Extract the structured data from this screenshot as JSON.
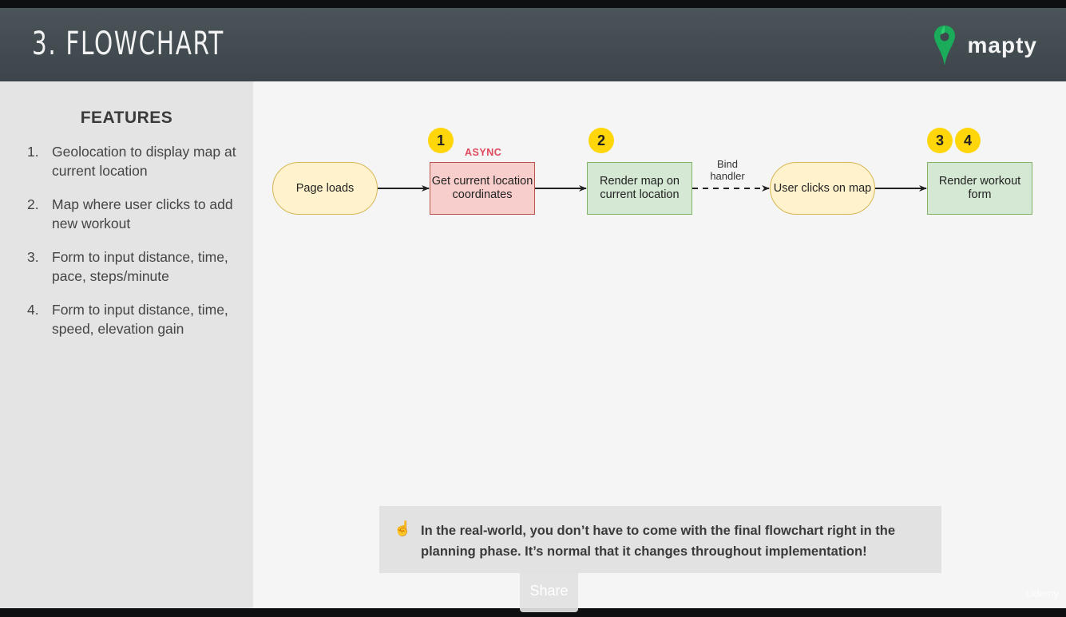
{
  "slide": {
    "title": "3. FLOWCHART",
    "brand": "mapty",
    "brand_color": "#1aac5a"
  },
  "features": {
    "title": "FEATURES",
    "items": [
      {
        "num": "1.",
        "text": "Geolocation to display map at current location"
      },
      {
        "num": "2.",
        "text": "Map where user clicks to add new workout"
      },
      {
        "num": "3.",
        "text": "Form to input distance, time, pace, steps/minute"
      },
      {
        "num": "4.",
        "text": "Form to input distance, time, speed, elevation gain"
      }
    ]
  },
  "flowchart": {
    "nodes": {
      "page_loads": "Page loads",
      "get_location": "Get current location coordinates",
      "render_map": "Render map on current location",
      "user_clicks": "User clicks on map",
      "render_form": "Render workout form"
    },
    "badges": [
      "1",
      "2",
      "3",
      "4"
    ],
    "async_label": "ASYNC",
    "edge_label": "Bind handler",
    "colors": {
      "pill_fill": "#fff2cc",
      "red_fill": "#f8cecc",
      "green_fill": "#d5e8d4",
      "badge": "#ffd60a",
      "async": "#e0495c"
    }
  },
  "note": {
    "icon": "pointing-finger-icon",
    "text": "In the real-world, you don’t have to come with the final flowchart right in the planning phase. It’s normal that it changes throughout implementation!"
  },
  "player": {
    "share_label": "Share",
    "watermark": "Udemy"
  }
}
